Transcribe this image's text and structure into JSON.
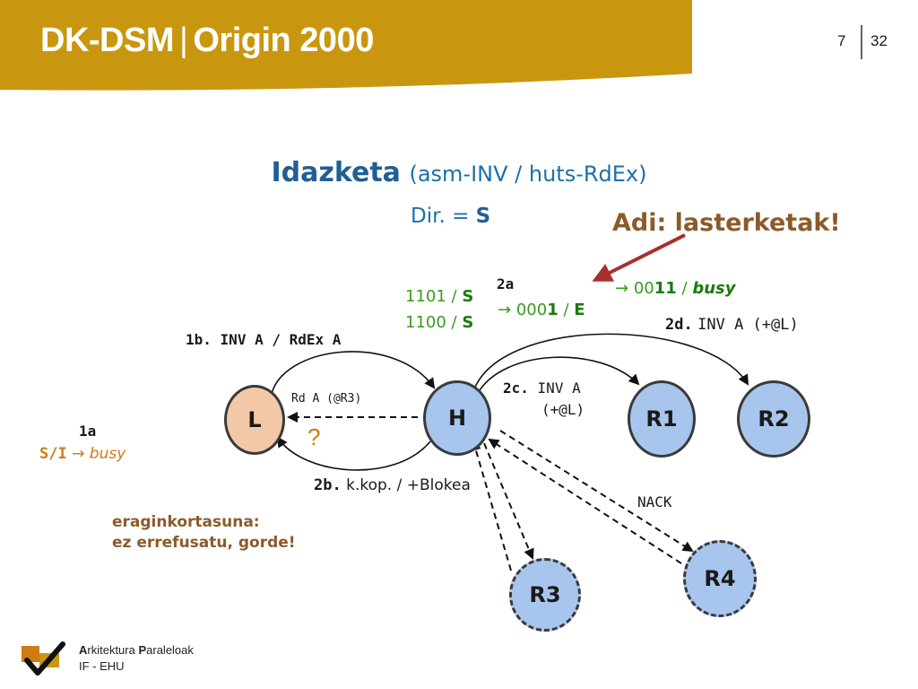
{
  "header": {
    "title_left": "DK-DSM",
    "title_sep": "|",
    "title_right": "Origin 2000",
    "page_current": "7",
    "page_total": "32"
  },
  "heading": {
    "main": "Idazketa",
    "sub": "(asm-INV / huts-RdEx)"
  },
  "dir": {
    "prefix": "Dir. =",
    "state": "S"
  },
  "warning": "Adi: lasterketak!",
  "nodes": {
    "L": "L",
    "H": "H",
    "R1": "R1",
    "R2": "R2",
    "R3": "R3",
    "R4": "R4"
  },
  "labels": {
    "step_1a": "1a",
    "si_busy_left": "S/I",
    "si_busy_arrow": "→",
    "si_busy_right": "busy",
    "step_1b_num": "1b.",
    "step_1b_text": "INV A / RdEx A",
    "dir_1101_bits": "1101 /",
    "dir_1101_state": "S",
    "dir_1100_bits": "1100 /",
    "dir_1100_state": "S",
    "step_2a": "2a",
    "dir_0001_arrow": "→",
    "dir_0001_bits_a": "000",
    "dir_0001_bits_b": "1",
    "dir_0001_slash": "/",
    "dir_0001_state": "E",
    "busy_arrow": "→",
    "busy_bits_a": "00",
    "busy_bits_b": "11",
    "busy_slash": "/",
    "busy_state": "busy",
    "step_2d_num": "2d.",
    "step_2d_text": "INV A (+@L)",
    "rd_a": "Rd A (@R3)",
    "step_2c_num": "2c.",
    "step_2c_text1": "INV A",
    "step_2c_text2": "(+@L)",
    "question": "?",
    "step_2b_num": "2b.",
    "step_2b_text": "k.kop. / +Blokea",
    "nack": "NACK",
    "eragin1": "eraginkortasuna:",
    "eragin2": "ez errefusatu, gorde!"
  },
  "footer": {
    "line1_a": "A",
    "line1_b": "rkitektura ",
    "line1_c": "P",
    "line1_d": "araleloak",
    "line2": "IF - EHU"
  },
  "colors": {
    "header_gold": "#c9970f",
    "node_blue": "#a8c5ee",
    "heading_blue": "#1f6fa8",
    "warning_brown": "#8c5a2a",
    "arrow_red": "#a83030",
    "green": "#3a9a22",
    "orange": "#d07a10"
  }
}
